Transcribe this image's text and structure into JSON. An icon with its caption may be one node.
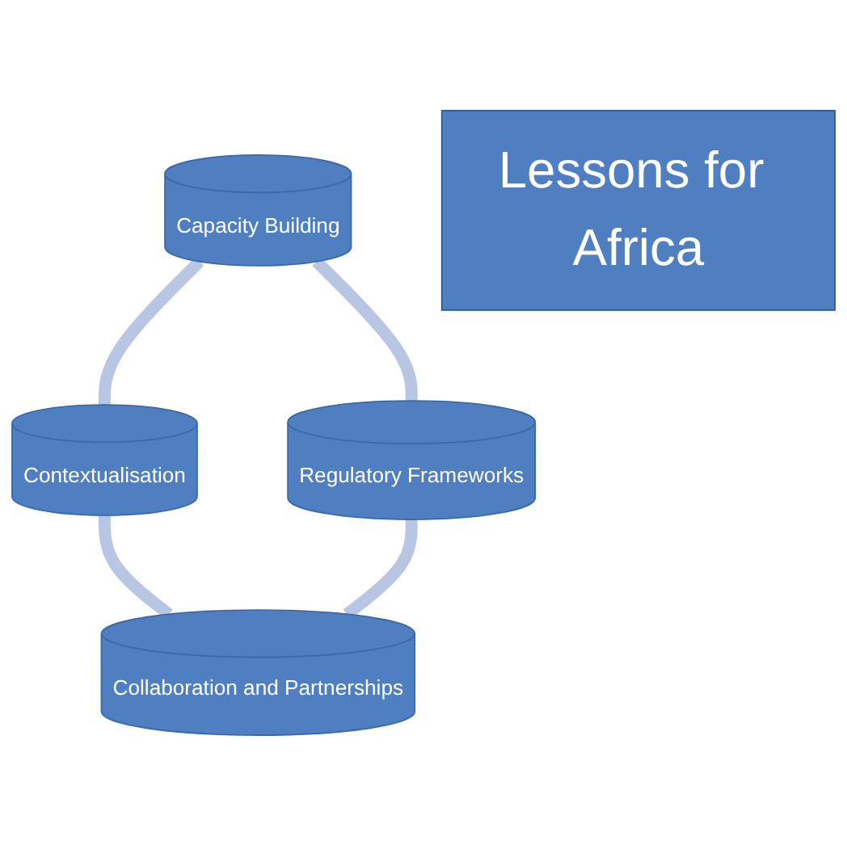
{
  "diagram": {
    "nodes": [
      {
        "text": [
          "Capacity Building"
        ]
      },
      {
        "text": [
          "Regulatory Frameworks"
        ]
      },
      {
        "text": [
          "Lessons for Africa"
        ]
      },
      {
        "text": [
          "Contextualisation"
        ]
      },
      {
        "text": [
          "Collaboration and Partnerships"
        ]
      }
    ],
    "edges": [
      {
        "from": 0,
        "to": 3,
        "arrow": "none"
      },
      {
        "from": 3,
        "to": 4,
        "arrow": "none"
      },
      {
        "from": 1,
        "to": 4,
        "arrow": "none"
      },
      {
        "from": 0,
        "to": 1,
        "arrow": "none"
      }
    ]
  }
}
